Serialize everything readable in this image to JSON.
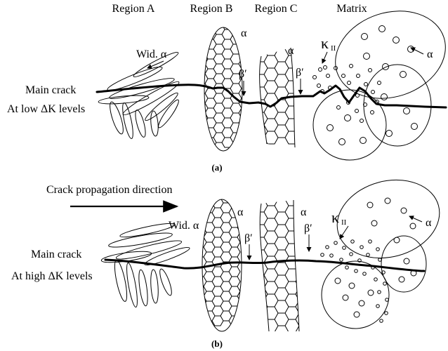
{
  "regions": {
    "a": "Region A",
    "b": "Region B",
    "c": "Region C",
    "d": "Matrix"
  },
  "panel_a": {
    "caption": "(a)",
    "wid_alpha": "Wid. α",
    "alpha": "α",
    "beta": "β′",
    "kappa": "κ",
    "kappa_sub": "II",
    "main_crack": "Main crack",
    "level": "At low ΔK levels"
  },
  "panel_b": {
    "caption": "(b)",
    "direction": "Crack propagation direction",
    "wid_alpha": "Wid. α",
    "alpha": "α",
    "beta": "β′",
    "kappa": "κ",
    "kappa_sub": "II",
    "main_crack": "Main crack",
    "level": "At high ΔK levels"
  }
}
